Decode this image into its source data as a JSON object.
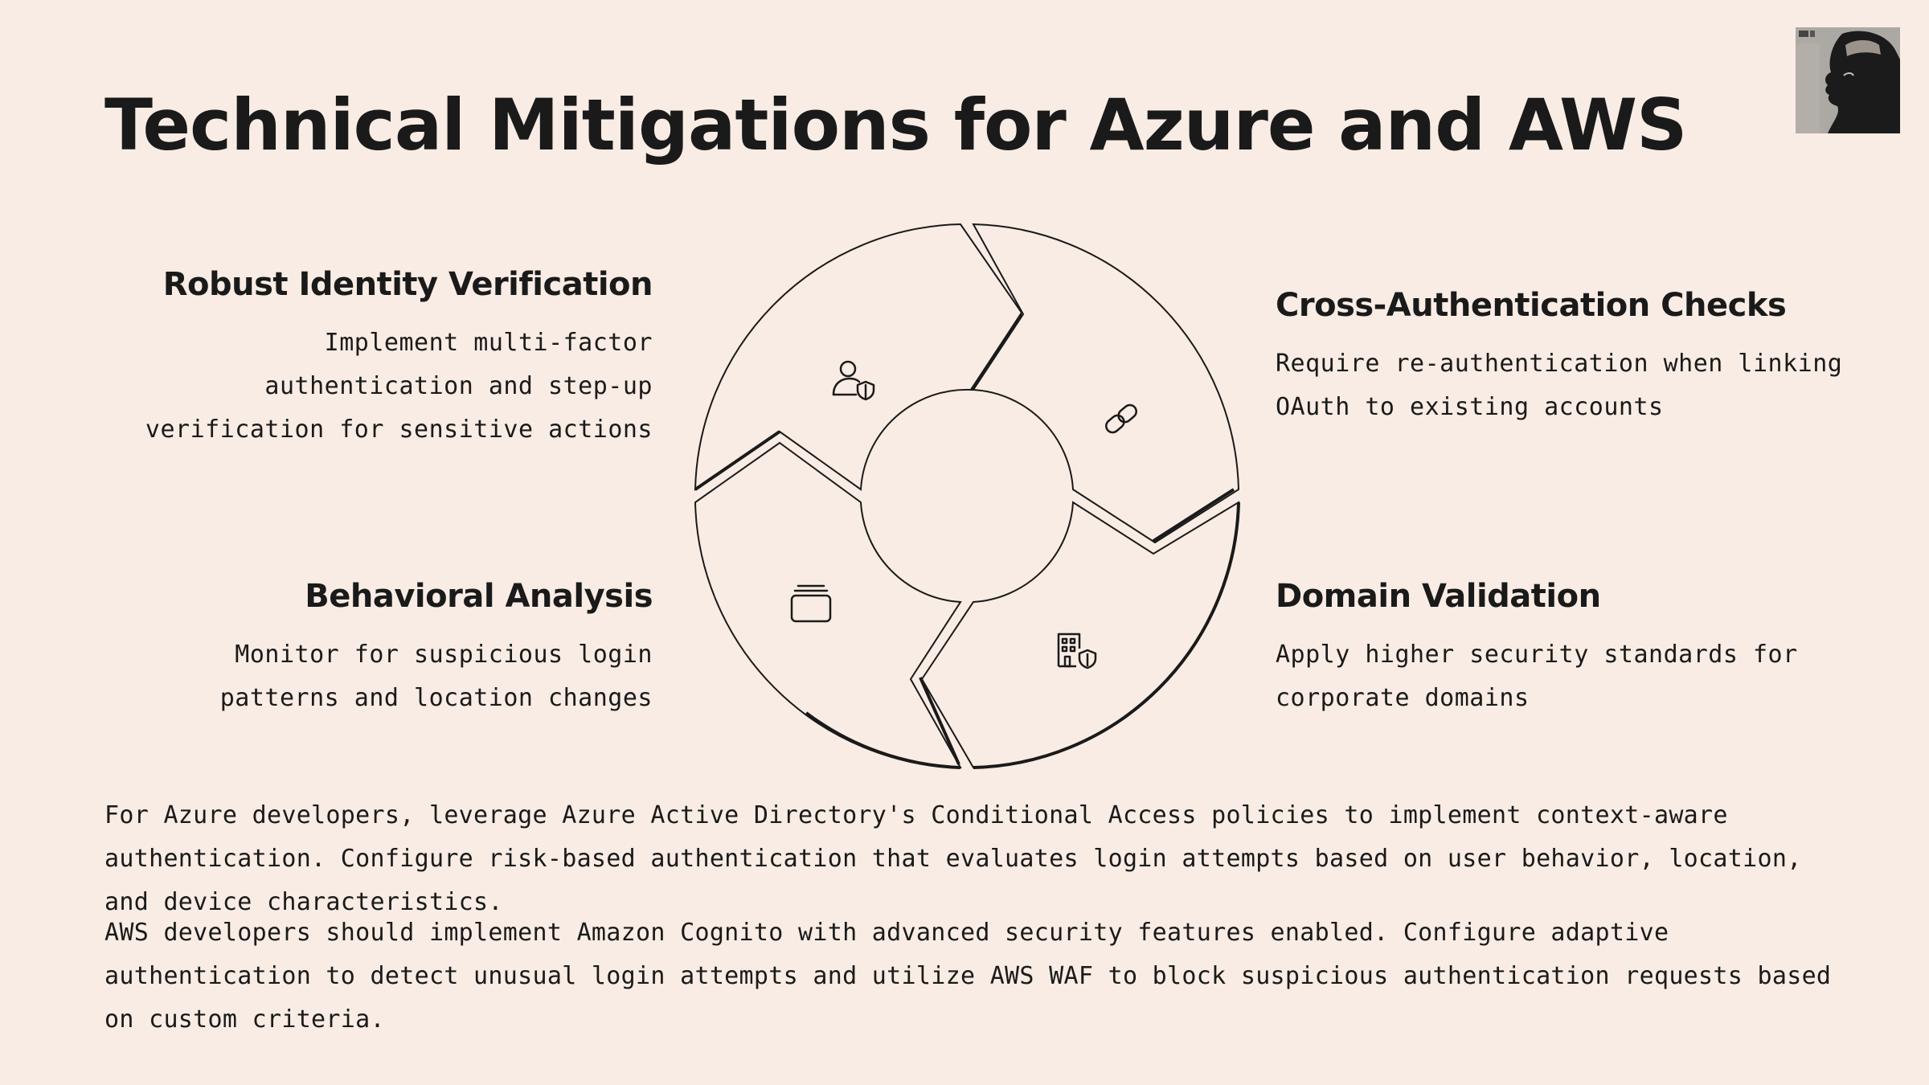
{
  "title": "Technical Mitigations for Azure and AWS",
  "diagram": {
    "segments": [
      {
        "heading": "Robust Identity Verification",
        "text": "Implement multi-factor authentication and step-up verification for sensitive actions",
        "icon": "user-shield-icon"
      },
      {
        "heading": "Cross-Authentication Checks",
        "text": "Require re-authentication when linking OAuth to existing accounts",
        "icon": "link-icon"
      },
      {
        "heading": "Domain Validation",
        "text": "Apply higher security standards for corporate domains",
        "icon": "building-shield-icon"
      },
      {
        "heading": "Behavioral Analysis",
        "text": "Monitor for suspicious login patterns and location changes",
        "icon": "stacked-cards-icon"
      }
    ]
  },
  "paragraphs": {
    "azure": "For Azure developers, leverage Azure Active Directory's Conditional Access policies to implement context-aware authentication. Configure risk-based authentication that evaluates login attempts based on user behavior, location, and device characteristics.",
    "aws": "AWS developers should implement Amazon Cognito with advanced security features enabled. Configure adaptive authentication to detect unusual login attempts and utilize AWS WAF to block suspicious authentication requests based on custom criteria."
  },
  "colors": {
    "background": "#f8ece4",
    "ink": "#1a1a1a"
  },
  "portrait_icon": "portrait-thumbnail"
}
